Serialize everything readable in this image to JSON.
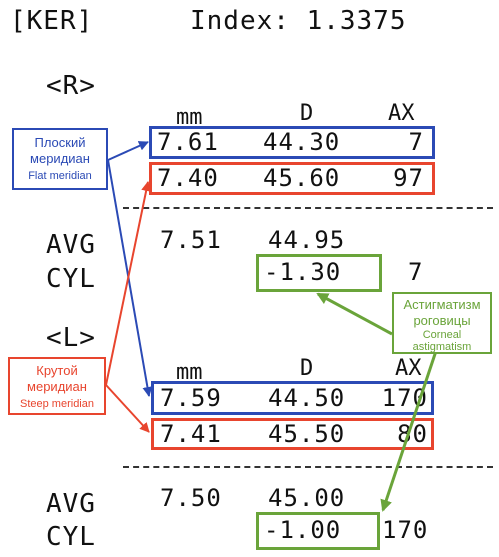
{
  "header": {
    "label": "[KER]",
    "index_text": "Index: 1.3375"
  },
  "right_eye": {
    "label": "<R>",
    "columns": [
      "mm",
      "D",
      "AX"
    ],
    "rows": [
      {
        "mm": "7.61",
        "d": "44.30",
        "ax": "7"
      },
      {
        "mm": "7.40",
        "d": "45.60",
        "ax": "97"
      }
    ],
    "avg": {
      "label": "AVG",
      "mm": "7.51",
      "d": "44.95"
    },
    "cyl": {
      "label": "CYL",
      "d": "-1.30",
      "ax": "7"
    }
  },
  "left_eye": {
    "label": "<L>",
    "columns": [
      "mm",
      "D",
      "AX"
    ],
    "rows": [
      {
        "mm": "7.59",
        "d": "44.50",
        "ax": "170"
      },
      {
        "mm": "7.41",
        "d": "45.50",
        "ax": "80"
      }
    ],
    "avg": {
      "label": "AVG",
      "mm": "7.50",
      "d": "45.00"
    },
    "cyl": {
      "label": "CYL",
      "d": "-1.00",
      "ax": "170"
    }
  },
  "callouts": {
    "flat": {
      "ru": "Плоский меридиан",
      "en": "Flat meridian",
      "color": "#2b4ab5"
    },
    "steep": {
      "ru": "Крутой меридиан",
      "en": "Steep meridian",
      "color": "#e8452e"
    },
    "astig": {
      "ru": "Астигматизм роговицы",
      "en": "Corneal astigmatism",
      "color": "#6aa43a"
    }
  }
}
